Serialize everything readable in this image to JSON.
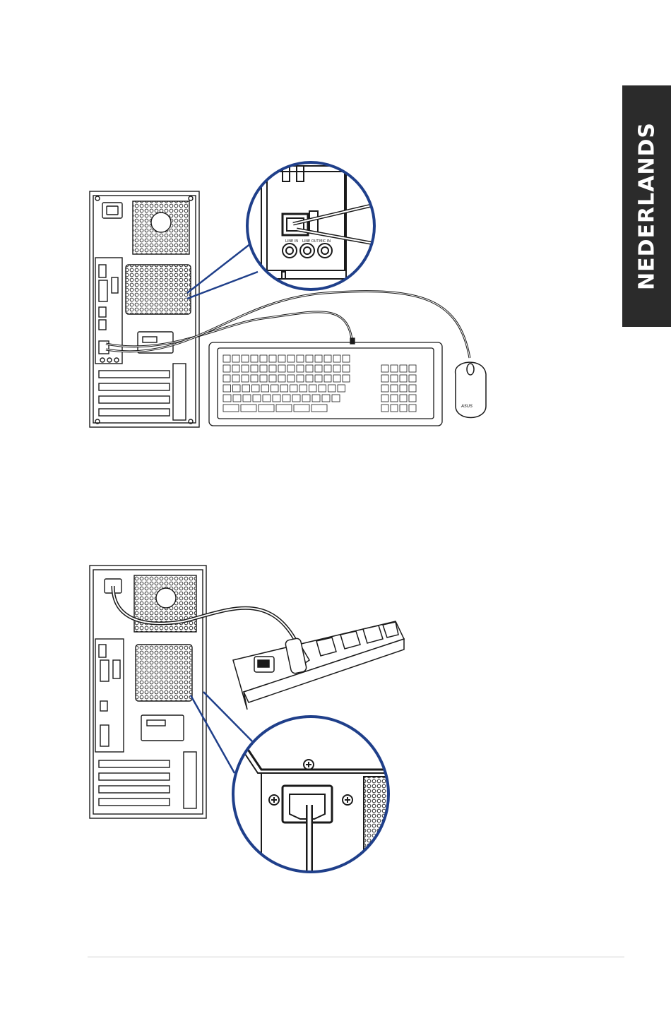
{
  "page": {
    "language_tab": "NEDERLANDS"
  },
  "figure1": {
    "zoom_port_labels": [
      "LINE IN",
      "LINE OUT",
      "MIC IN"
    ],
    "mouse_logo": "ASUS"
  },
  "colors": {
    "zoom_circle": "#1f3f8a",
    "tab_background": "#2b2b2b",
    "line": "#1a1a1a"
  }
}
